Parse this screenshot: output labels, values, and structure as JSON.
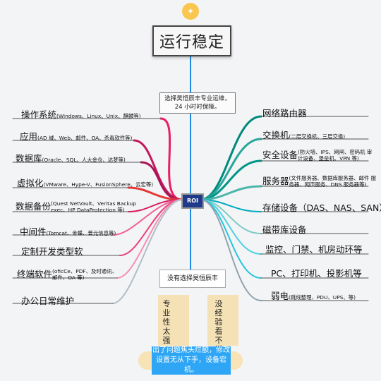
{
  "title": "运行稳定",
  "bulb_label": "✦",
  "center_note": "选择昊恒辰丰专业运维，24 小时时保障。",
  "center_node": "ROI",
  "left_items": [
    {
      "main": "操作系统",
      "sub": "(Windows、Linux、Unix、麒麟等)",
      "sub2": ""
    },
    {
      "main": "应用",
      "sub": "(AD 域、Web、邮件、OA、杀毒软件等)",
      "sub2": ""
    },
    {
      "main": "数据库",
      "sub": "(Oracle、SQL、人大金仓、达梦等)",
      "sub2": ""
    },
    {
      "main": "虚拟化",
      "sub": "(VMware、Hype-V、FusionSphere、云宏等)",
      "sub2": ""
    },
    {
      "main": "数据备份",
      "sub": "",
      "sub2": "(Quest NetVault、Veritas Backup exec、HP DataProtection 等)"
    },
    {
      "main": "中间件",
      "sub": "(Tomcat、金蝶、普元信息等)",
      "sub2": ""
    },
    {
      "main": "定制开发类型软",
      "sub": "",
      "sub2": ""
    },
    {
      "main": "终端软件",
      "sub": "",
      "sub2": "(oficCe、PDF、及时通讯、邮件、OA 等)"
    },
    {
      "main": "办公日常维护",
      "sub": "",
      "sub2": ""
    }
  ],
  "right_items": [
    {
      "main": "网络路由器",
      "sub": "",
      "sub2": ""
    },
    {
      "main": "交换机",
      "sub": "(二层交换机、三层交换)",
      "sub2": ""
    },
    {
      "main": "安全设备",
      "sub": "",
      "sub2": "(防火墙、IPS、网闸、密码机 审计设备、堡垒机、VPN 等)"
    },
    {
      "main": "服务器",
      "sub": "",
      "sub2": "(文件服务器、数据库服务器、邮件 服务器、网页服务、DNS 服务器等)"
    },
    {
      "main": "存储设备",
      "sub": "（DAS、NAS、SAN）",
      "sub2": ""
    },
    {
      "main": "磁带库设备",
      "sub": "",
      "sub2": ""
    },
    {
      "main": "监控、门禁、机房动环等",
      "sub": "",
      "sub2": ""
    },
    {
      "main": "PC、打印机、投影机等",
      "sub": "",
      "sub2": ""
    },
    {
      "main": "弱电",
      "sub": "(跳线整理、PDU、UPS、等)",
      "sub2": ""
    }
  ],
  "bottom_label": "没有选择昊恒辰丰",
  "pillar_left": "专业性太强",
  "pillar_right": "没经验看不懂",
  "bottom_conclusion": "出了问题焦头烂额，修改设置无从下手，设备宕机。",
  "colors": {
    "trunk": "#1e88e5",
    "left_branch": "#e91e63",
    "right_branch": "#26a69a",
    "center_node": "#1f3a8a",
    "conclusion": "#2ea6f5"
  }
}
